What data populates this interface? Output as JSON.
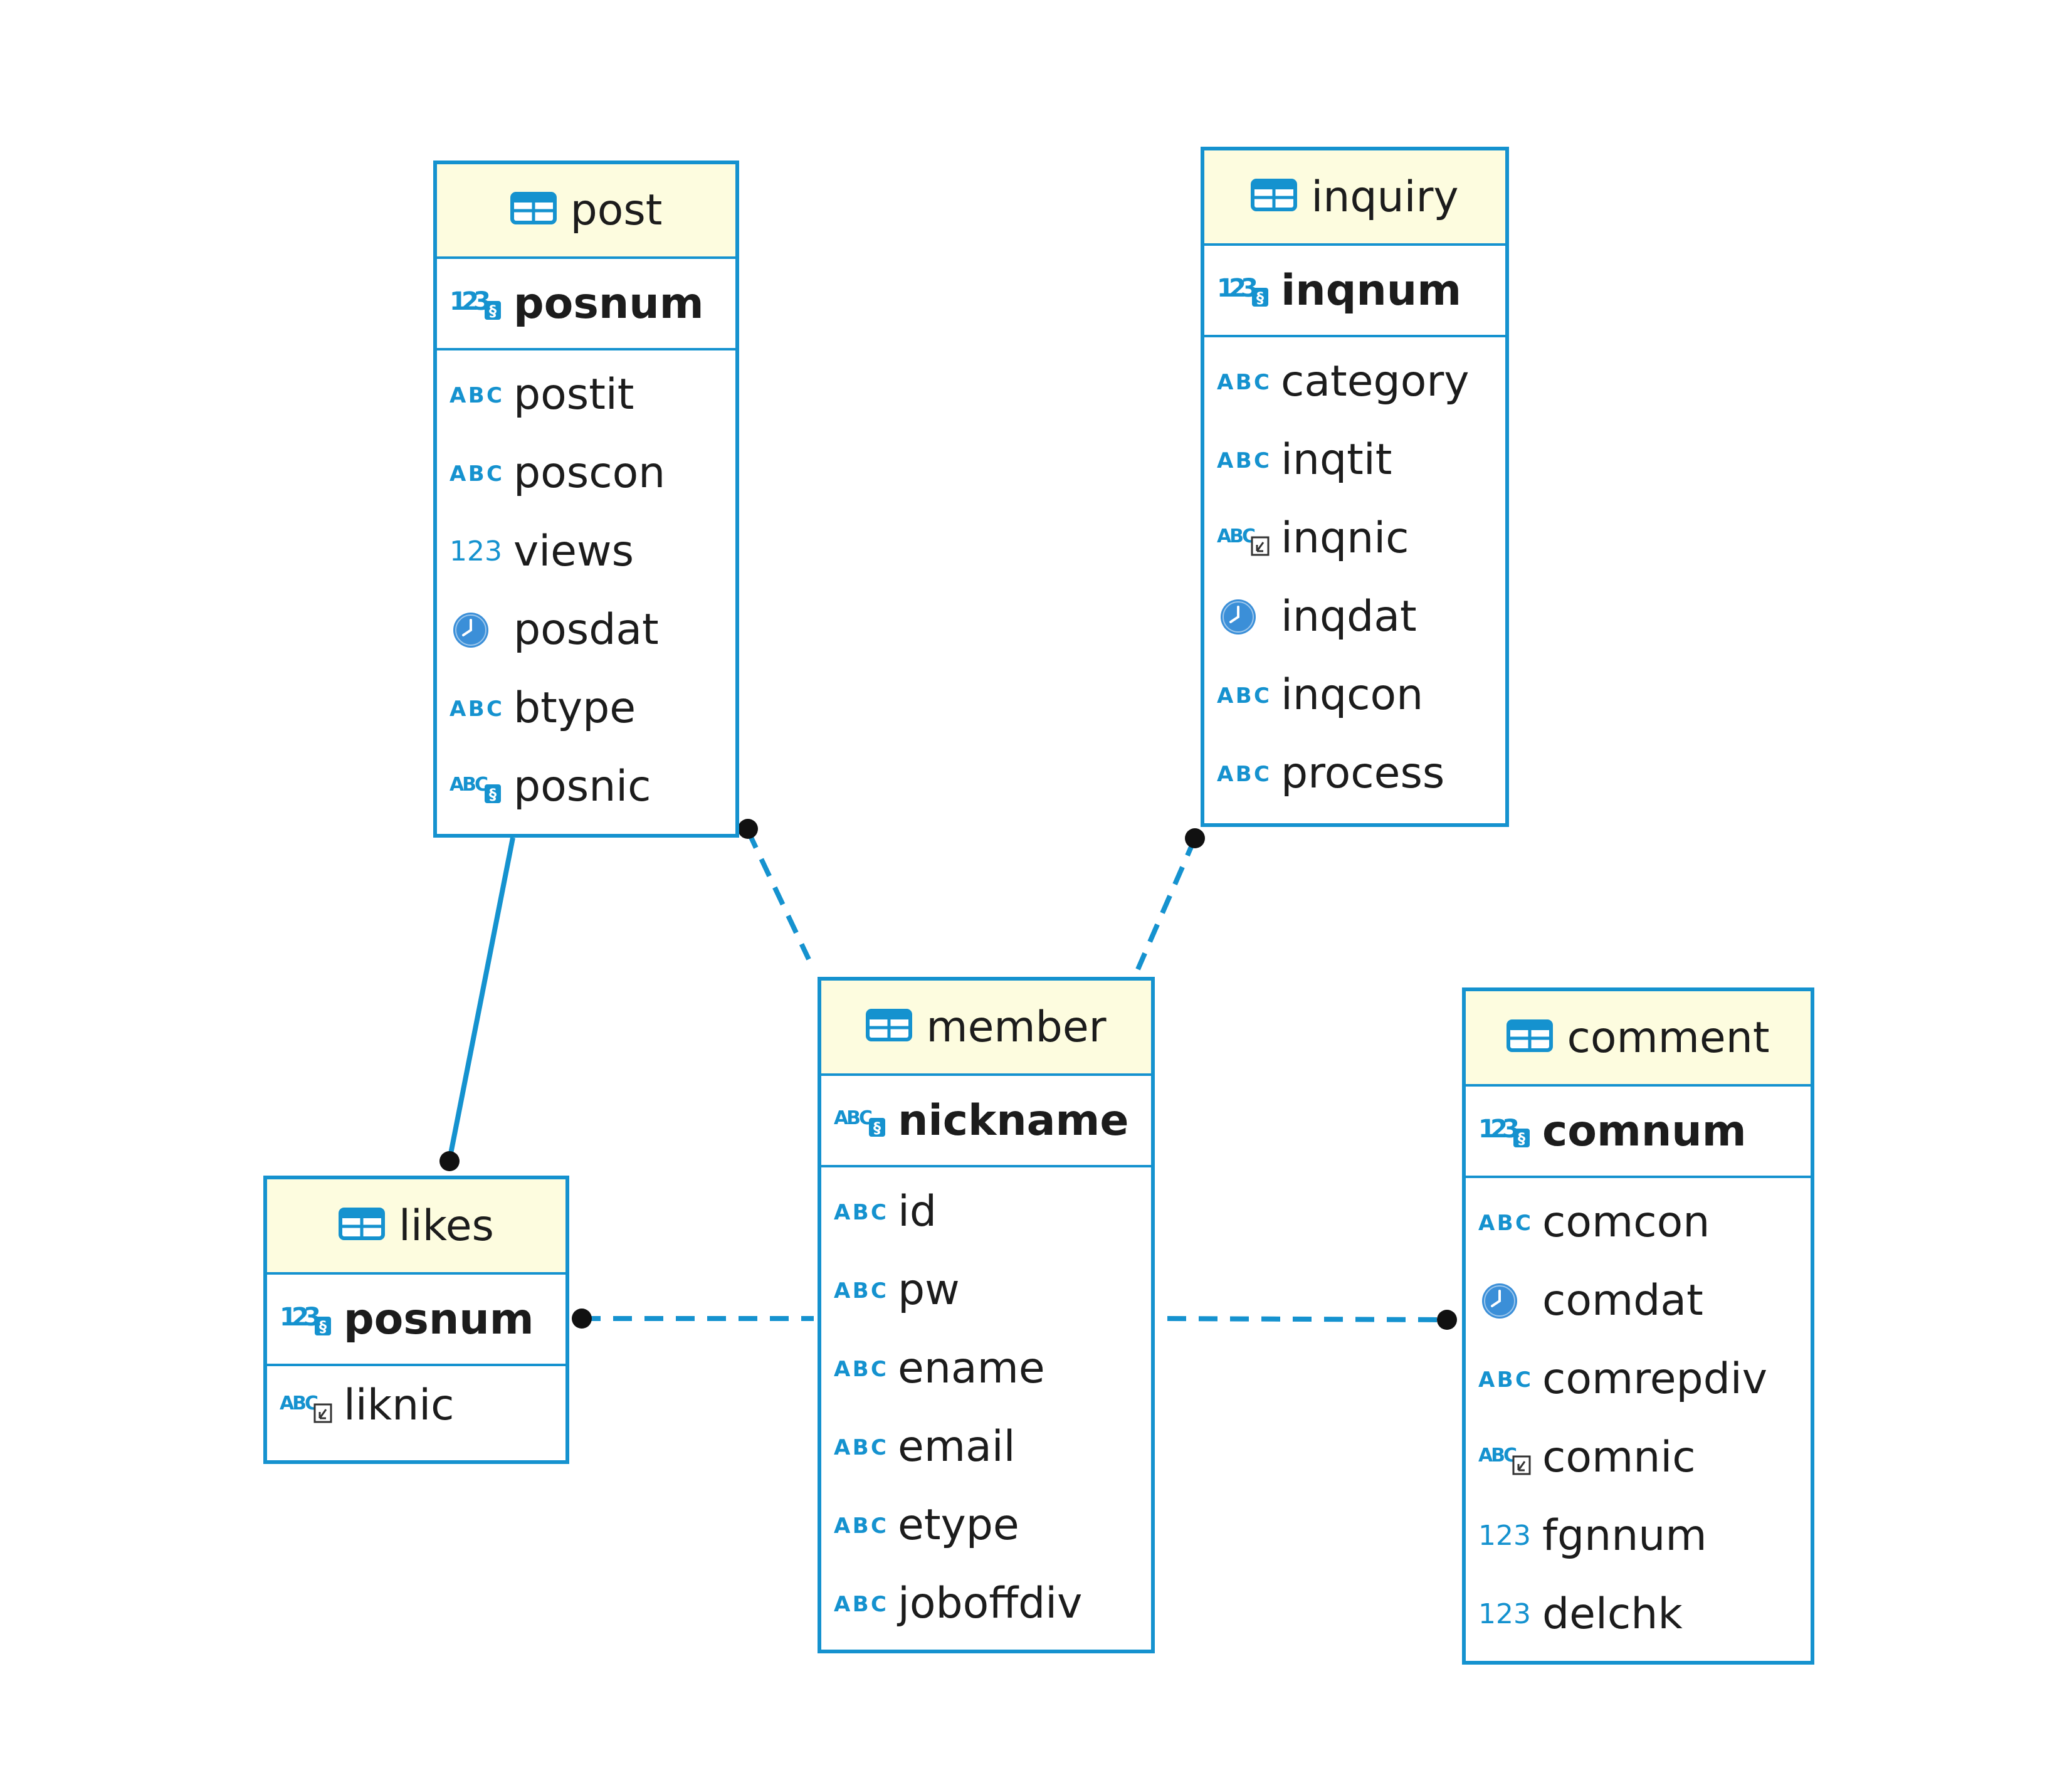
{
  "colors": {
    "border": "#1592cf",
    "header_bg": "#fdfcdf",
    "text": "#1c1c1c",
    "link": "#1592cf"
  },
  "tables": {
    "post": {
      "name": "post",
      "pk": {
        "name": "posnum",
        "icon": "numeric-key-icon"
      },
      "columns": [
        {
          "name": "postit",
          "icon": "text-type-icon"
        },
        {
          "name": "poscon",
          "icon": "text-type-icon"
        },
        {
          "name": "views",
          "icon": "numeric-type-icon"
        },
        {
          "name": "posdat",
          "icon": "clock-icon"
        },
        {
          "name": "btype",
          "icon": "text-type-icon"
        },
        {
          "name": "posnic",
          "icon": "text-key-icon"
        }
      ]
    },
    "inquiry": {
      "name": "inquiry",
      "pk": {
        "name": "inqnum",
        "icon": "numeric-key-icon"
      },
      "columns": [
        {
          "name": "category",
          "icon": "text-type-icon"
        },
        {
          "name": "inqtit",
          "icon": "text-type-icon"
        },
        {
          "name": "inqnic",
          "icon": "text-foreign-key-icon"
        },
        {
          "name": "inqdat",
          "icon": "clock-icon"
        },
        {
          "name": "inqcon",
          "icon": "text-type-icon"
        },
        {
          "name": "process",
          "icon": "text-type-icon"
        }
      ]
    },
    "member": {
      "name": "member",
      "pk": {
        "name": "nickname",
        "icon": "text-key-icon"
      },
      "columns": [
        {
          "name": "id",
          "icon": "text-type-icon"
        },
        {
          "name": "pw",
          "icon": "text-type-icon"
        },
        {
          "name": "ename",
          "icon": "text-type-icon"
        },
        {
          "name": "email",
          "icon": "text-type-icon"
        },
        {
          "name": "etype",
          "icon": "text-type-icon"
        },
        {
          "name": "joboffdiv",
          "icon": "text-type-icon"
        }
      ]
    },
    "comment": {
      "name": "comment",
      "pk": {
        "name": "comnum",
        "icon": "numeric-key-icon"
      },
      "columns": [
        {
          "name": "comcon",
          "icon": "text-type-icon"
        },
        {
          "name": "comdat",
          "icon": "clock-icon"
        },
        {
          "name": "comrepdiv",
          "icon": "text-type-icon"
        },
        {
          "name": "comnic",
          "icon": "text-foreign-key-icon"
        },
        {
          "name": "fgnnum",
          "icon": "numeric-type-icon"
        },
        {
          "name": "delchk",
          "icon": "numeric-type-icon"
        }
      ]
    },
    "likes": {
      "name": "likes",
      "pk": {
        "name": "posnum",
        "icon": "numeric-key-icon"
      },
      "columns": [
        {
          "name": "liknic",
          "icon": "text-foreign-key-icon"
        }
      ]
    }
  },
  "relationships": [
    {
      "from": "post",
      "to": "likes",
      "style": "solid"
    },
    {
      "from": "post",
      "to": "member",
      "style": "dashed"
    },
    {
      "from": "inquiry",
      "to": "member",
      "style": "dashed"
    },
    {
      "from": "likes",
      "to": "member",
      "style": "dashed"
    },
    {
      "from": "comment",
      "to": "member",
      "style": "dashed"
    }
  ]
}
